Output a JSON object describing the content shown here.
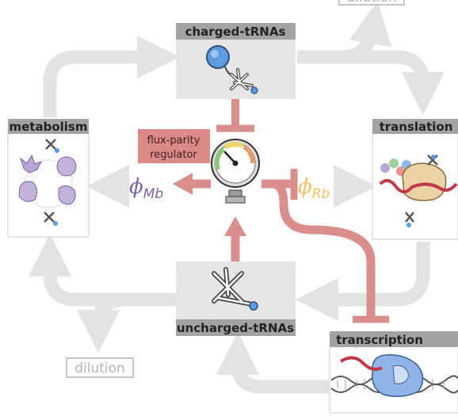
{
  "nodes": {
    "charged_trnas": "charged-tRNAs",
    "uncharged_trnas": "uncharged-tRNAs",
    "metabolism": "metabolism",
    "translation": "translation",
    "transcription": "transcription",
    "regulator": [
      "flux-parity",
      "regulator"
    ],
    "dilution_bottom": "dilution",
    "dilution_top": "dilution"
  },
  "allocation": {
    "metabolic": {
      "symbol": "ϕ",
      "subscript": "Mb"
    },
    "ribosomal": {
      "symbol": "ϕ",
      "subscript": "Rb"
    }
  },
  "colors": {
    "flow_arrow": "#e3e3e3",
    "node_box": "#e6e6e6",
    "header_bar": "#a3a3a3",
    "regulation": "#da8f8c",
    "regulator_box": "#db8a87",
    "metabolic_text": "#7e62a8",
    "ribosomal_text": "#f4c261",
    "trna_blue": "#5e9be0",
    "metabolic_enzyme": "#c1b3d9",
    "ribosome": "#ecd2a7"
  },
  "icons": [
    "trna-icon",
    "metabolic-enzyme-icon",
    "ribosome-icon",
    "rna-polymerase-icon",
    "dna-icon",
    "pressure-gauge-icon"
  ]
}
